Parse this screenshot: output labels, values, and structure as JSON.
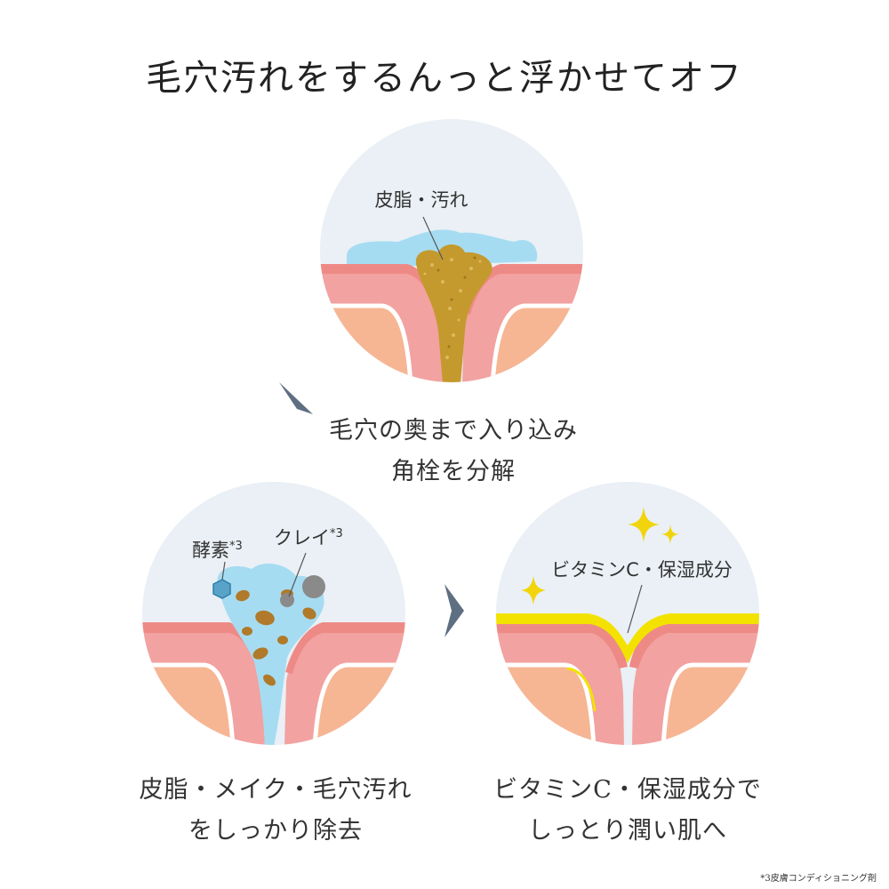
{
  "title": "毛穴汚れをするんっと浮かせてオフ",
  "steps": [
    {
      "label": "皮脂・汚れ",
      "caption_lines": [
        "毛穴の奥まで入り込み",
        "角栓を分解"
      ]
    },
    {
      "label_enzyme": "酵素",
      "label_enzyme_sup": "*3",
      "label_clay": "クレイ",
      "label_clay_sup": "*3",
      "caption_lines": [
        "皮脂・メイク・毛穴汚れ",
        "をしっかり除去"
      ]
    },
    {
      "label": "ビタミンC・保湿成分",
      "caption_lines": [
        "ビタミンC・保湿成分で",
        "しっとり潤い肌へ"
      ]
    }
  ],
  "footnote": "*3皮膚コンディショニング剤",
  "colors": {
    "circle_bg": "#eaf0f5",
    "skin_outer": "#f2a2a0",
    "skin_top": "#ee8a86",
    "skin_inner": "#f6b693",
    "gel": "#a6dcf2",
    "sebum": "#c49a2e",
    "vitamin": "#f3e200",
    "sparkle": "#f2d40c",
    "arrow": "#5f6f82"
  }
}
